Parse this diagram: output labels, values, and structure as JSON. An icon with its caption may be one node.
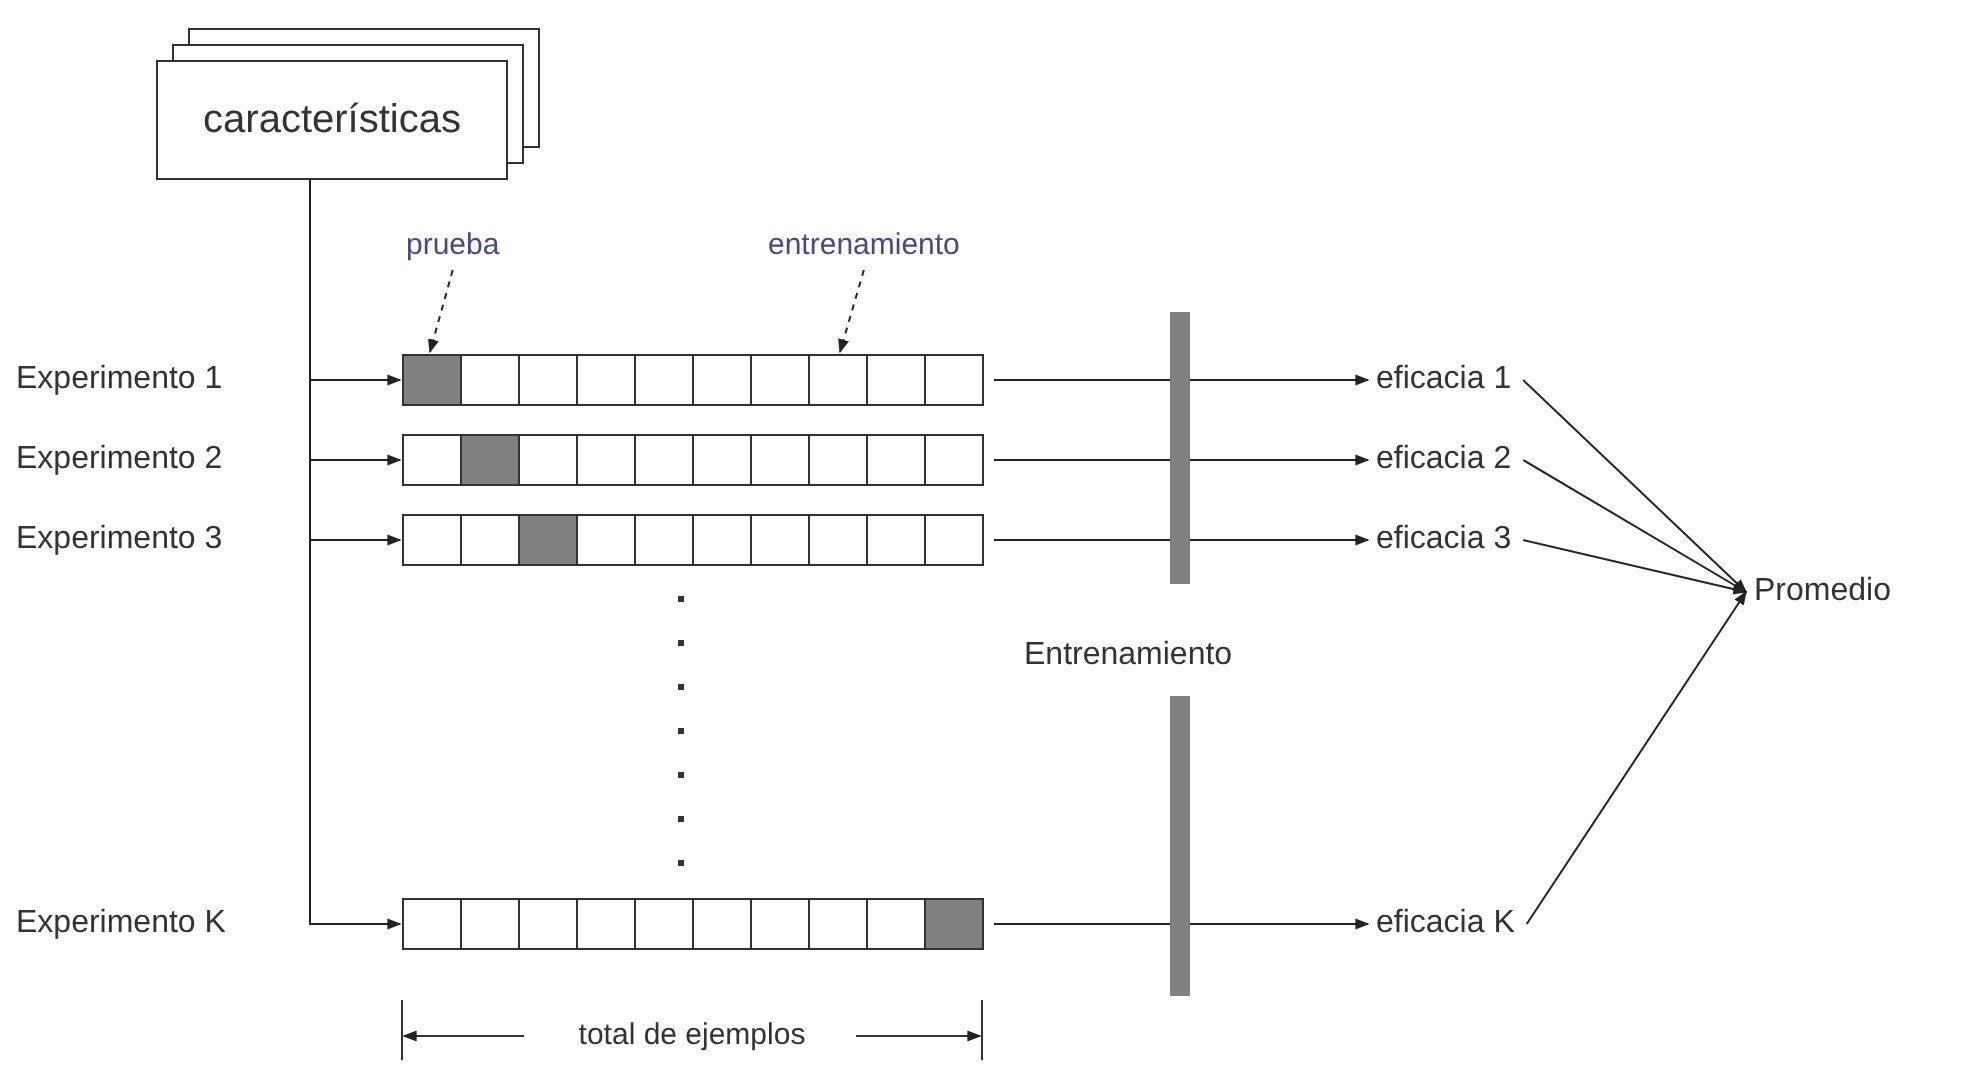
{
  "diagram": {
    "nodes": [
      {
        "text": [
          "características"
        ]
      },
      {
        "text": [
          "prueba"
        ]
      },
      {
        "text": [
          "entrenamiento"
        ]
      },
      {
        "text": [],
        "shape": "bar"
      },
      {
        "text": [
          "eficacia 1"
        ]
      },
      {
        "text": [],
        "shape": "bar"
      },
      {
        "text": [
          "eficacia 2"
        ]
      },
      {
        "text": [],
        "shape": "bar"
      },
      {
        "text": [
          "eficacia 3"
        ]
      },
      {
        "text": [
          "Entrenamiento"
        ]
      },
      {
        "text": [
          "Promedio"
        ]
      },
      {
        "text": [],
        "shape": "bar"
      },
      {
        "text": [
          "eficacia K"
        ]
      }
    ],
    "edges": [
      {
        "from": 0,
        "to": 3,
        "arrow": "to"
      },
      {
        "from": 0,
        "to": 5,
        "arrow": "to"
      },
      {
        "from": 0,
        "to": 7,
        "arrow": "to"
      },
      {
        "from": 0,
        "to": 11,
        "arrow": "to"
      },
      {
        "from": 1,
        "to": 3,
        "arrow": "to",
        "style": "dashed"
      },
      {
        "from": 2,
        "to": 3,
        "arrow": "to",
        "style": "dashed"
      },
      {
        "from": 3,
        "to": 4,
        "arrow": "to"
      },
      {
        "from": 5,
        "to": 6,
        "arrow": "to"
      },
      {
        "from": 7,
        "to": 8,
        "arrow": "to"
      },
      {
        "from": 11,
        "to": 12,
        "arrow": "to"
      },
      {
        "from": 4,
        "to": 10,
        "arrow": "to"
      },
      {
        "from": 6,
        "to": 10,
        "arrow": "to"
      },
      {
        "from": 8,
        "to": 10,
        "arrow": "to"
      },
      {
        "from": 12,
        "to": 10,
        "arrow": "to"
      }
    ],
    "labels": [
      "Experimento 1",
      "Experimento 2",
      "Experimento 3",
      "Experimento K",
      "total de ejemplos"
    ]
  }
}
